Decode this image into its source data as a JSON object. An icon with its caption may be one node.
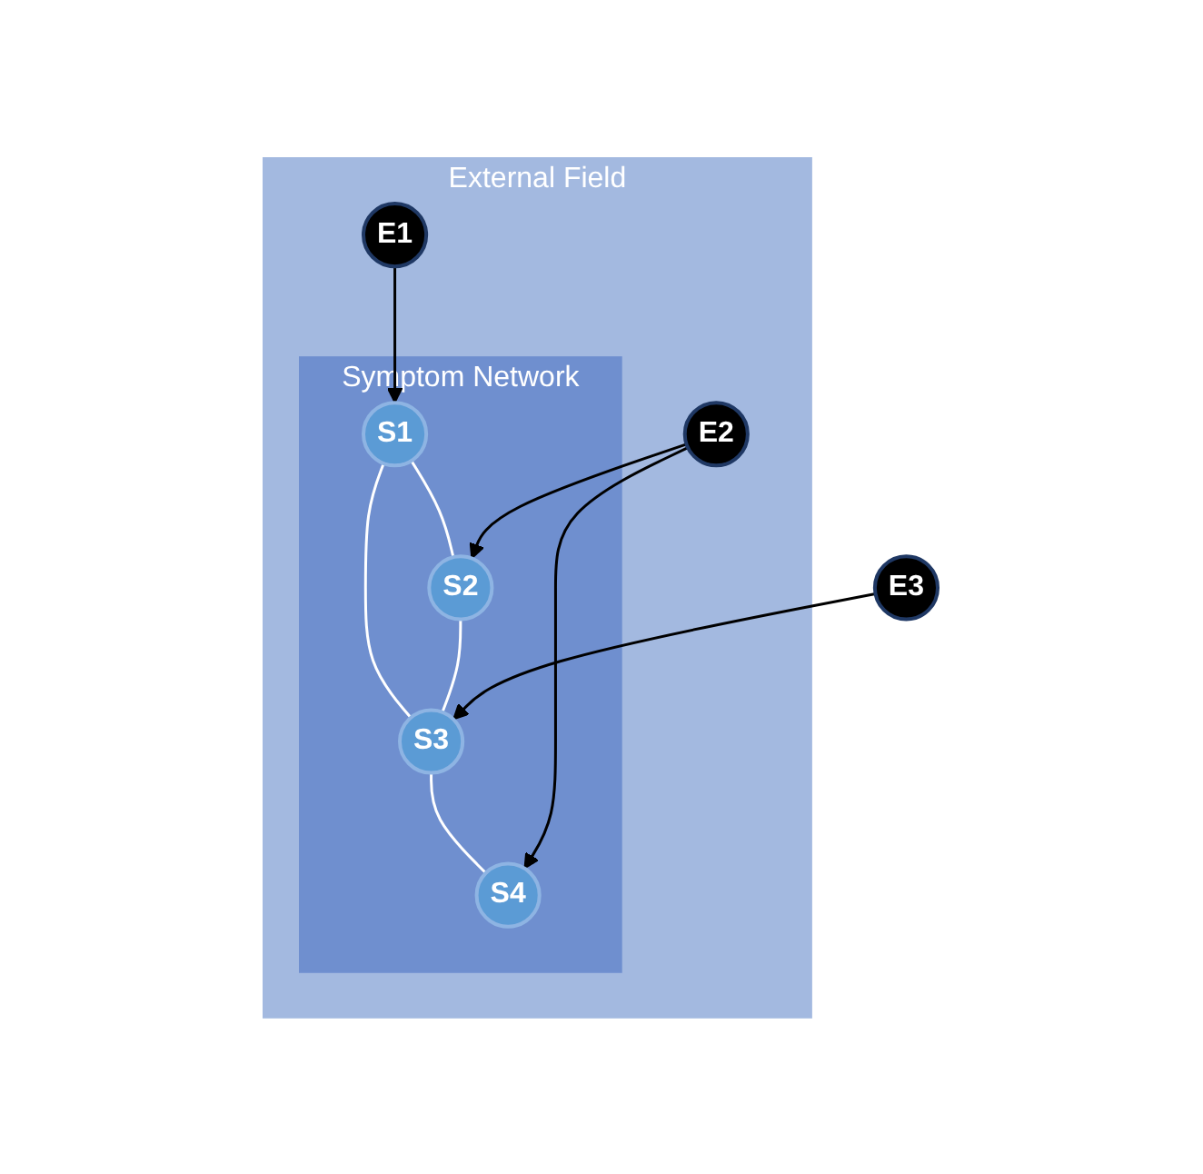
{
  "diagram": {
    "nodes": [
      {
        "text": [
          "External Field"
        ]
      },
      {
        "text": [
          "E1"
        ],
        "in": 0
      },
      {
        "text": [
          "Symptom Network"
        ],
        "in": 0
      },
      {
        "text": [
          "S1"
        ],
        "in": 2
      },
      {
        "text": [
          "S2"
        ],
        "in": 2
      },
      {
        "text": [
          "S3"
        ],
        "in": 2
      },
      {
        "text": [
          "E3"
        ]
      },
      {
        "text": [
          "S4"
        ],
        "in": 2
      },
      {
        "text": [
          "E2"
        ],
        "in": 0
      }
    ],
    "edges": [
      {
        "from": 1,
        "to": 3,
        "arrow": "to"
      },
      {
        "from": 3,
        "to": 4,
        "arrow": "none",
        "color": "#ffffff"
      },
      {
        "from": 3,
        "to": 5,
        "arrow": "none",
        "color": "#ffffff"
      },
      {
        "from": 4,
        "to": 5,
        "arrow": "none",
        "color": "#ffffff"
      },
      {
        "from": 6,
        "to": 5,
        "arrow": "to"
      },
      {
        "from": 5,
        "to": 7,
        "arrow": "none",
        "color": "#ffffff"
      },
      {
        "from": 8,
        "to": 4,
        "arrow": "to"
      },
      {
        "from": 8,
        "to": 7,
        "arrow": "to"
      }
    ]
  }
}
